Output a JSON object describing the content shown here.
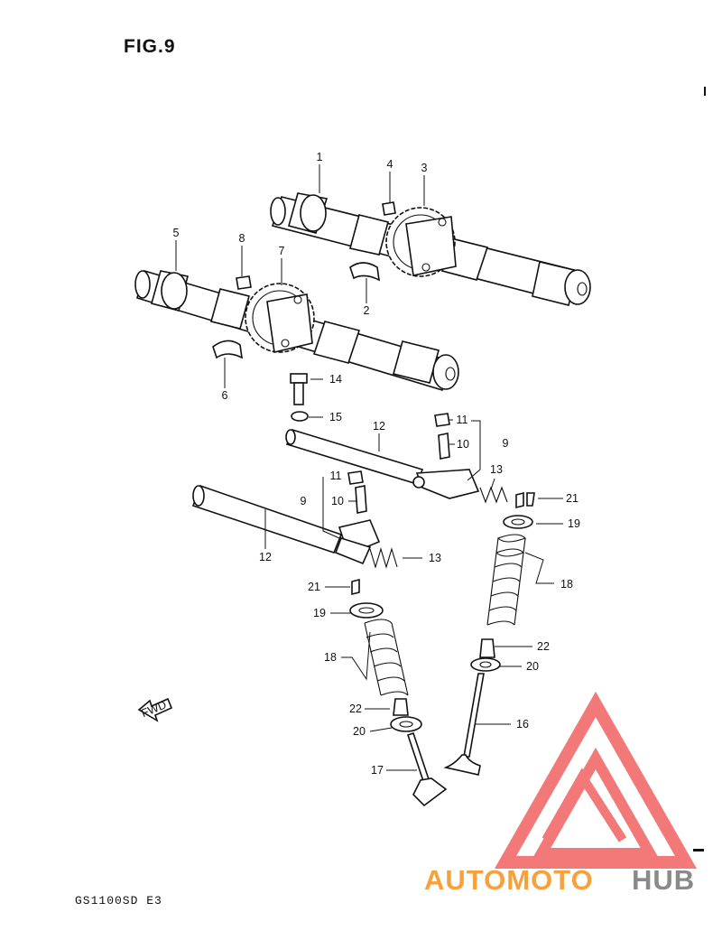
{
  "figure": {
    "title": "FIG.9",
    "model_code": "GS1100SD  E3"
  },
  "callouts": [
    "1",
    "2",
    "3",
    "4",
    "5",
    "6",
    "7",
    "8",
    "9",
    "9",
    "10",
    "10",
    "11",
    "11",
    "12",
    "12",
    "13",
    "13",
    "14",
    "15",
    "16",
    "17",
    "18",
    "18",
    "19",
    "19",
    "20",
    "20",
    "21",
    "21",
    "22",
    "22"
  ],
  "direction_mark": {
    "text": "FWD"
  },
  "watermark": {
    "part1": "AUTOMOTO",
    "part2": "HUB",
    "color_red": "#f26b6b",
    "color_orange": "#f6a13c",
    "color_gray": "#8a8a8a"
  }
}
